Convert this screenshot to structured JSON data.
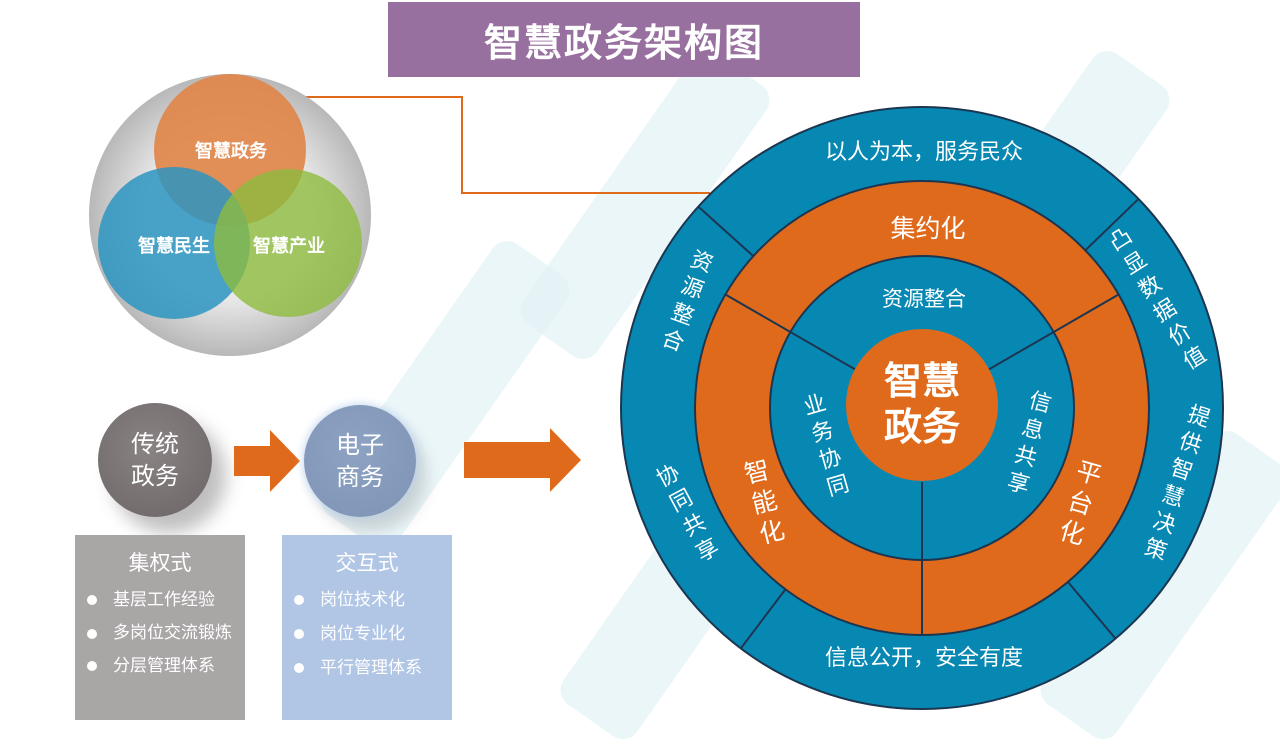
{
  "title": "智慧政务架构图",
  "venn": {
    "top": "智慧政务",
    "left": "智慧民生",
    "right": "智慧产业"
  },
  "evolution": {
    "stage1": {
      "line1": "传统",
      "line2": "政务",
      "card_title": "集权式",
      "items": [
        "基层工作经验",
        "多岗位交流锻炼",
        "分层管理体系"
      ]
    },
    "stage2": {
      "line1": "电子",
      "line2": "商务",
      "card_title": "交互式",
      "items": [
        "岗位技术化",
        "岗位专业化",
        "平行管理体系"
      ]
    }
  },
  "wheel": {
    "center": {
      "line1": "智慧",
      "line2": "政务"
    },
    "inner": [
      "资源整合",
      "业务协同",
      "信息共享"
    ],
    "middle": [
      "集约化",
      "智能化",
      "平台化"
    ],
    "outer": [
      "以人为本，服务民众",
      "凸显数据价值",
      "提供智慧决策",
      "信息公开，安全有度",
      "协同共享",
      "资源整合"
    ]
  },
  "colors": {
    "title_bg": "#98709f",
    "orange": "#e06a1b",
    "blue": "#0788b2",
    "gray_card": "#a9a6a6",
    "blue_card": "#b1c5e5"
  }
}
